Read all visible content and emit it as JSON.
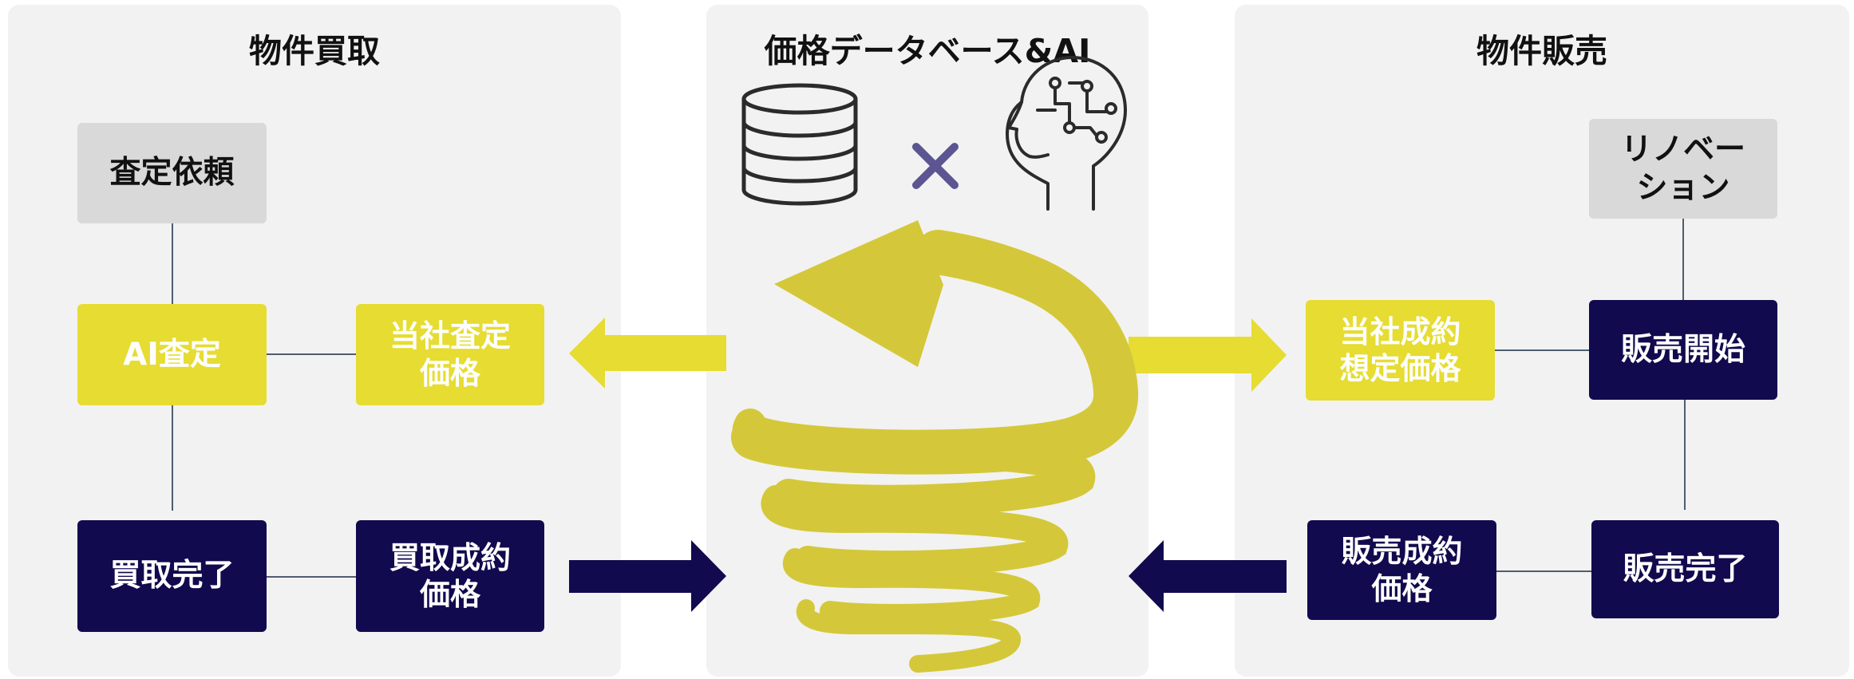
{
  "colors": {
    "panel": "#f2f2f2",
    "gray_box": "#d9d9d9",
    "yellow": "#e6dc32",
    "navy": "#120a4e",
    "connector": "#4e5d70",
    "spiral": "#d4c83a",
    "cross": "#5b5592"
  },
  "left_panel": {
    "title": "物件買取",
    "boxes": {
      "appraisal_request": "査定依頼",
      "ai_appraisal": "AI査定",
      "company_appraisal_price": "当社査定\n価格",
      "purchase_complete": "買取完了",
      "purchase_contract_price": "買取成約\n価格"
    }
  },
  "center_panel": {
    "title": "価格データベース&AI",
    "icons": [
      "database-icon",
      "cross-icon",
      "ai-head-icon",
      "spiral-arrow-icon"
    ]
  },
  "right_panel": {
    "title": "物件販売",
    "boxes": {
      "renovation": "リノベー\nション",
      "sales_start": "販売開始",
      "expected_contract_price": "当社成約\n想定価格",
      "sales_complete": "販売完了",
      "sales_contract_price": "販売成約\n価格"
    }
  }
}
